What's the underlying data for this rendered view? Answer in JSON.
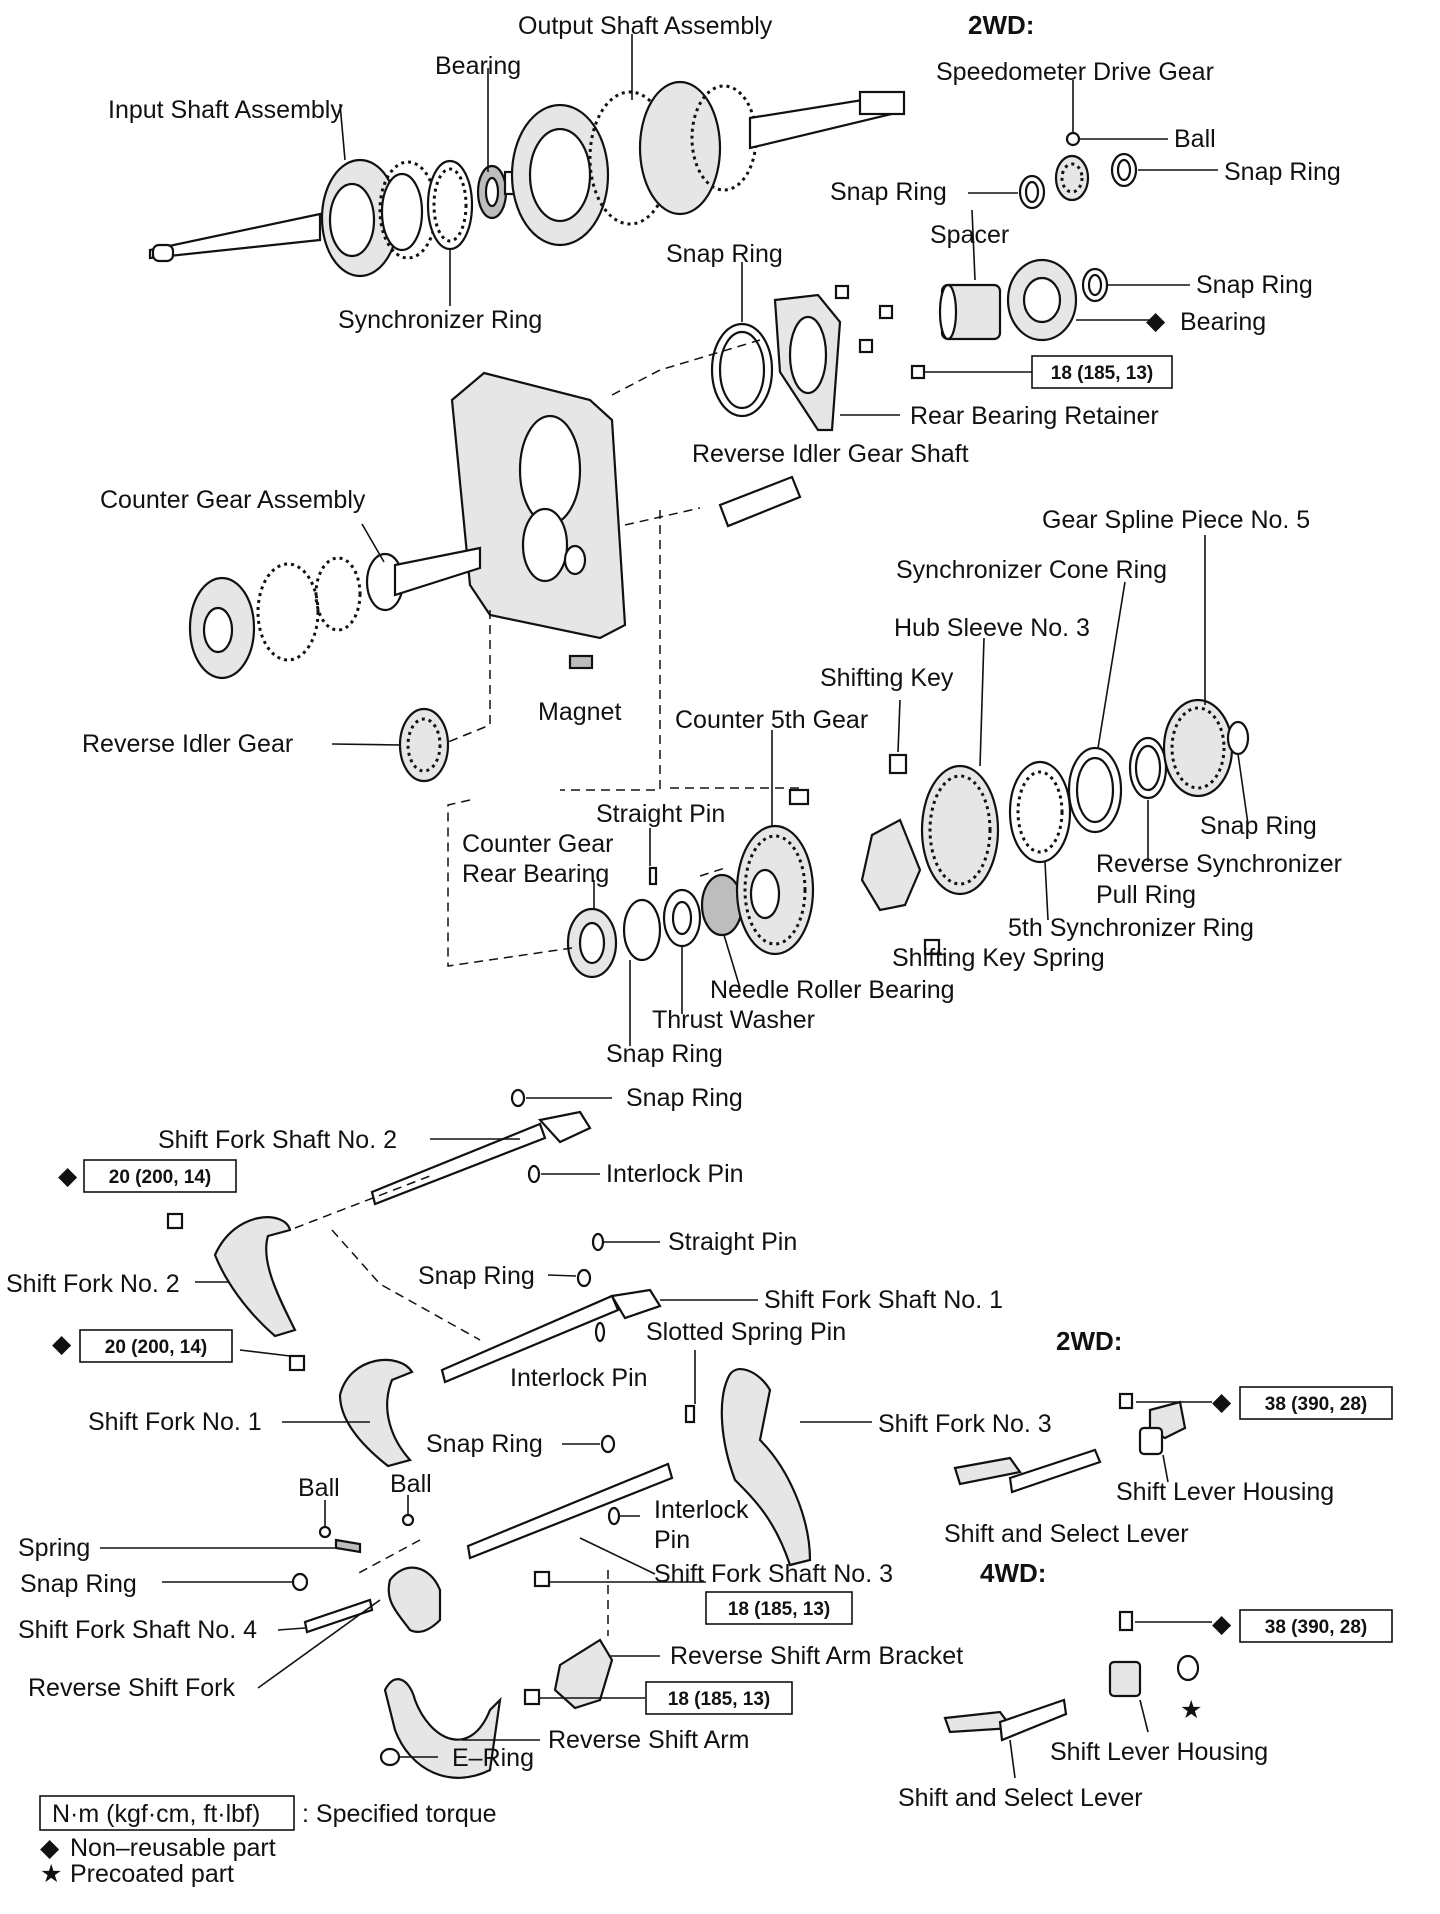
{
  "labels": {
    "output_shaft_assembly": "Output Shaft Assembly",
    "bearing_top": "Bearing",
    "input_shaft_assembly": "Input Shaft Assembly",
    "synchronizer_ring": "Synchronizer Ring",
    "hdr_2wd_top": "2WD:",
    "speedometer_drive_gear": "Speedometer Drive Gear",
    "ball_top": "Ball",
    "snap_ring_speedo_left": "Snap Ring",
    "snap_ring_speedo_right": "Snap Ring",
    "spacer": "Spacer",
    "snap_ring_retainer": "Snap Ring",
    "snap_ring_bearing": "Snap Ring",
    "bearing_rear": "Bearing",
    "torque_18_top": "18 (185, 13)",
    "rear_bearing_retainer": "Rear Bearing Retainer",
    "reverse_idler_gear_shaft": "Reverse Idler Gear Shaft",
    "counter_gear_assembly": "Counter Gear Assembly",
    "gear_spline_piece_5": "Gear Spline Piece No. 5",
    "synchronizer_cone_ring": "Synchronizer Cone Ring",
    "hub_sleeve_3": "Hub Sleeve No. 3",
    "shifting_key": "Shifting Key",
    "counter_5th_gear": "Counter 5th Gear",
    "magnet": "Magnet",
    "reverse_idler_gear": "Reverse Idler Gear",
    "straight_pin_top": "Straight Pin",
    "counter_gear_rear_bearing_1": "Counter Gear",
    "counter_gear_rear_bearing_2": "Rear Bearing",
    "snap_ring_5th": "Snap Ring",
    "reverse_sync_pull_ring_1": "Reverse Synchronizer",
    "reverse_sync_pull_ring_2": "Pull Ring",
    "fifth_synchronizer_ring": "5th Synchronizer Ring",
    "shifting_key_spring": "Shifting Key Spring",
    "needle_roller_bearing": "Needle Roller Bearing",
    "thrust_washer": "Thrust Washer",
    "snap_ring_counter": "Snap Ring",
    "snap_ring_fork_top": "Snap Ring",
    "shift_fork_shaft_2": "Shift Fork Shaft No. 2",
    "torque_20_a": "20 (200, 14)",
    "interlock_pin_1": "Interlock Pin",
    "straight_pin_fork": "Straight Pin",
    "shift_fork_2": "Shift Fork No. 2",
    "snap_ring_fork_mid": "Snap Ring",
    "shift_fork_shaft_1": "Shift Fork Shaft No. 1",
    "slotted_spring_pin": "Slotted Spring Pin",
    "torque_20_b": "20 (200, 14)",
    "hdr_2wd_bottom": "2WD:",
    "interlock_pin_2": "Interlock Pin",
    "shift_fork_1": "Shift Fork No. 1",
    "snap_ring_fork_low": "Snap Ring",
    "shift_fork_3": "Shift Fork No. 3",
    "torque_38_a": "38 (390, 28)",
    "shift_lever_housing_2wd": "Shift Lever Housing",
    "ball_left": "Ball",
    "ball_right": "Ball",
    "interlock_pin_3a": "Interlock",
    "interlock_pin_3b": "Pin",
    "spring": "Spring",
    "shift_and_select_lever_2wd": "Shift and Select Lever",
    "snap_ring_shaft4": "Snap Ring",
    "shift_fork_shaft_3": "Shift Fork Shaft No. 3",
    "hdr_4wd": "4WD:",
    "torque_18_b": "18 (185, 13)",
    "shift_fork_shaft_4": "Shift Fork Shaft No. 4",
    "torque_38_b": "38 (390, 28)",
    "reverse_shift_arm_bracket": "Reverse Shift Arm Bracket",
    "reverse_shift_fork": "Reverse Shift Fork",
    "torque_18_c": "18 (185, 13)",
    "reverse_shift_arm": "Reverse Shift Arm",
    "shift_lever_housing_4wd": "Shift Lever Housing",
    "e_ring": "E–Ring",
    "shift_and_select_lever_4wd": "Shift and Select Lever"
  },
  "legend": {
    "torque_units": "N·m (kgf·cm, ft·lbf)",
    "torque_desc": ": Specified torque",
    "non_reusable": "Non–reusable part",
    "precoated": "Precoated part",
    "diamond_symbol": "◆",
    "star_symbol": "★"
  },
  "symbols": {
    "diamond": "◆",
    "star": "★"
  }
}
